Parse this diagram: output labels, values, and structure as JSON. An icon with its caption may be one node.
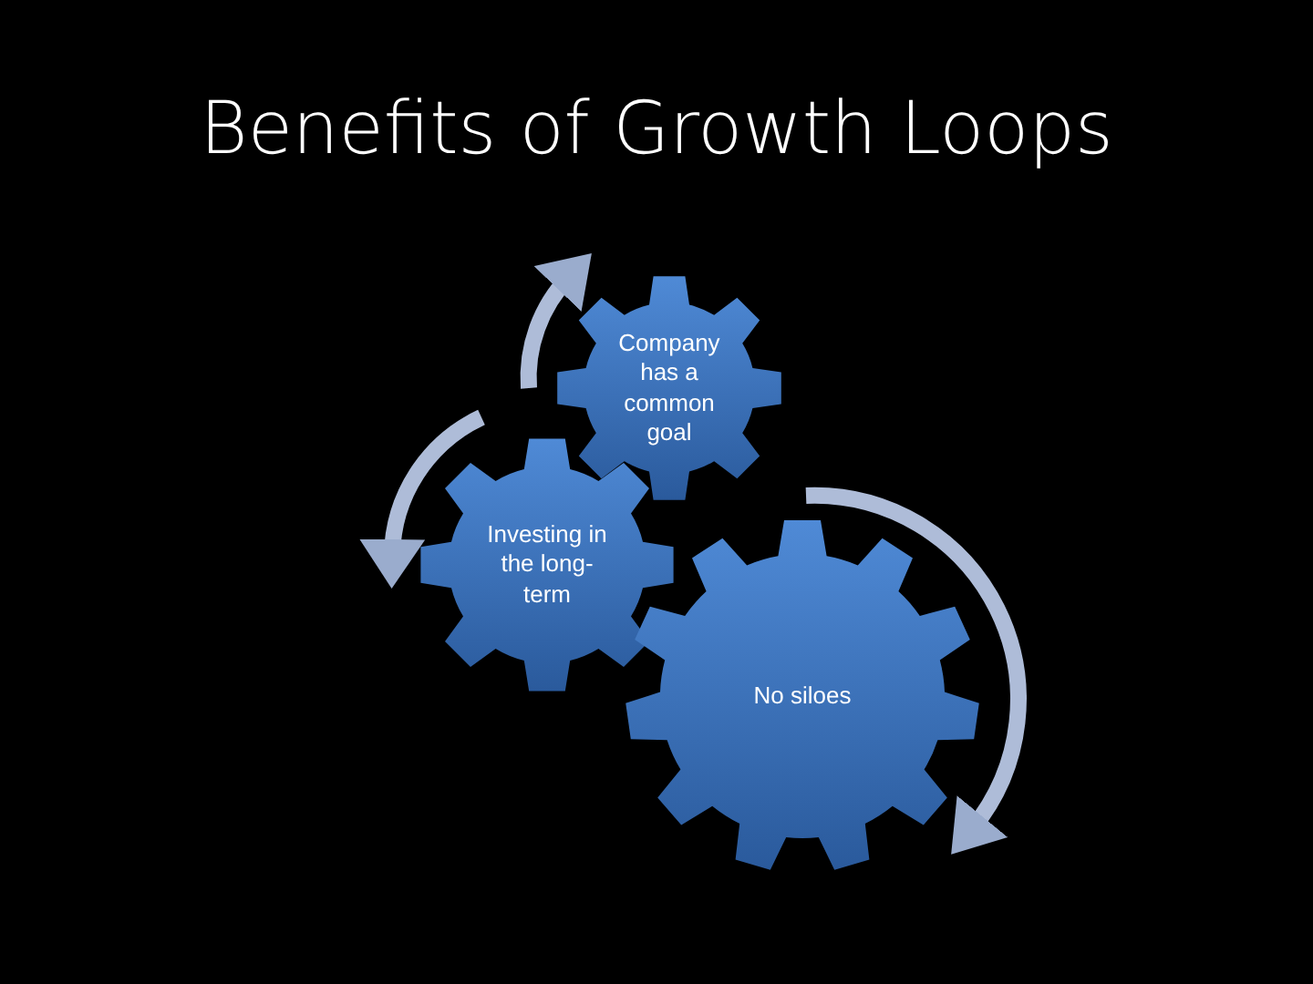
{
  "diagram": {
    "title": "Benefits of Growth Loops",
    "nodes": [
      {
        "text": [
          "Company has a common goal"
        ]
      },
      {
        "text": [
          "Investing in the long-term"
        ]
      },
      {
        "text": [
          "No siloes"
        ]
      }
    ]
  }
}
